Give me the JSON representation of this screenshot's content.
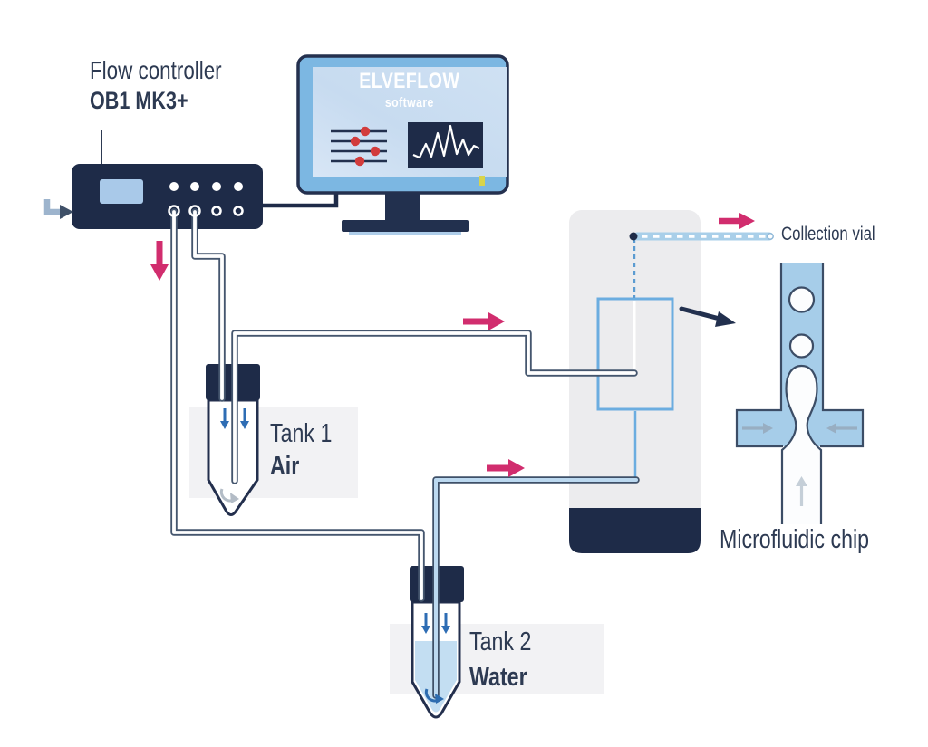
{
  "diagram": {
    "controller": {
      "title": "Flow controller",
      "model": "OB1 MK3+"
    },
    "computer": {
      "brand": "ELVEFLOW",
      "subtitle": "software"
    },
    "tanks": [
      {
        "name": "Tank 1",
        "content": "Air"
      },
      {
        "name": "Tank 2",
        "content": "Water"
      }
    ],
    "outputs": {
      "collection_vial": "Collection vial",
      "chip": "Microfluidic chip"
    },
    "colors": {
      "navy": "#1e2b48",
      "text": "#2d3a52",
      "pink_flow": "#d12d6e",
      "monitor_frame": "#7cb7e2",
      "channel_blue": "#a6cde9",
      "water_blue": "#c3def2",
      "slider_knob_red": "#d23c3c",
      "holder_gray": "#ececee",
      "chip_outline": "#6bade0"
    }
  }
}
